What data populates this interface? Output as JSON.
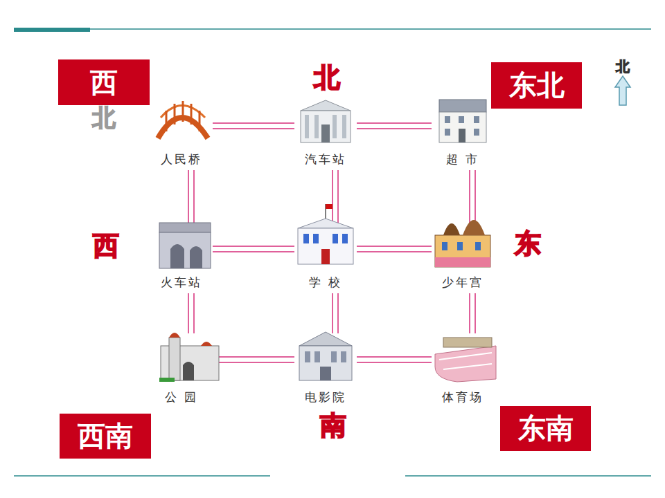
{
  "diagram": {
    "nodes": [
      {
        "text": [
          "西",
          "北"
        ]
      },
      {
        "text": [
          "东北"
        ]
      },
      {
        "text": [
          "人民桥"
        ]
      },
      {
        "text": [
          "汽车站"
        ]
      },
      {
        "text": [
          "超 市"
        ]
      },
      {
        "text": [
          "火车站"
        ]
      },
      {
        "text": [
          "学 校"
        ]
      },
      {
        "text": [
          "少年宫"
        ]
      },
      {
        "text": [
          "公 园"
        ]
      },
      {
        "text": [
          "电影院"
        ]
      },
      {
        "text": [
          "体育场"
        ]
      },
      {
        "text": [
          "西南"
        ]
      },
      {
        "text": [
          "东南"
        ]
      }
    ],
    "edges": [
      {
        "from": 2,
        "to": 3,
        "arrow": "none"
      },
      {
        "from": 3,
        "to": 4,
        "arrow": "none"
      },
      {
        "from": 2,
        "to": 5,
        "arrow": "none"
      },
      {
        "from": 3,
        "to": 6,
        "arrow": "none"
      },
      {
        "from": 4,
        "to": 7,
        "arrow": "none"
      },
      {
        "from": 5,
        "to": 6,
        "arrow": "none"
      },
      {
        "from": 6,
        "to": 7,
        "arrow": "none"
      },
      {
        "from": 5,
        "to": 8,
        "arrow": "none"
      },
      {
        "from": 6,
        "to": 9,
        "arrow": "none"
      },
      {
        "from": 7,
        "to": 10,
        "arrow": "none"
      },
      {
        "from": 8,
        "to": 9,
        "arrow": "none"
      },
      {
        "from": 9,
        "to": 10,
        "arrow": "none"
      }
    ],
    "labels": [
      "北",
      "北",
      "西",
      "东",
      "南"
    ]
  }
}
